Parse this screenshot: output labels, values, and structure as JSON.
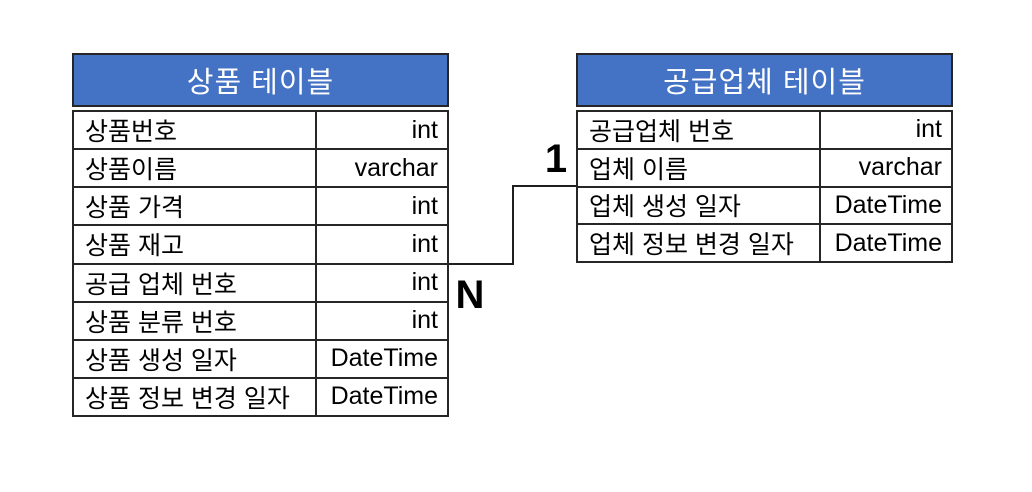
{
  "colors": {
    "header_bg": "#4472C4",
    "header_text": "#ffffff",
    "border": "#262626",
    "text": "#000000",
    "background": "#ffffff"
  },
  "diagram": {
    "tables": [
      {
        "title": "상품 테이블",
        "columns": [
          {
            "name": "상품번호",
            "type": "int"
          },
          {
            "name": "상품이름",
            "type": "varchar"
          },
          {
            "name": "상품 가격",
            "type": "int"
          },
          {
            "name": "상품 재고",
            "type": "int"
          },
          {
            "name": "공급 업체 번호",
            "type": "int"
          },
          {
            "name": "상품 분류 번호",
            "type": "int"
          },
          {
            "name": "상품 생성 일자",
            "type": "DateTime"
          },
          {
            "name": "상품 정보 변경 일자",
            "type": "DateTime"
          }
        ]
      },
      {
        "title": "공급업체 테이블",
        "columns": [
          {
            "name": "공급업체 번호",
            "type": "int"
          },
          {
            "name": "업체 이름",
            "type": "varchar"
          },
          {
            "name": "업체 생성 일자",
            "type": "DateTime"
          },
          {
            "name": "업체 정보 변경 일자",
            "type": "DateTime"
          }
        ]
      }
    ],
    "relationship": {
      "one_label": "1",
      "many_label": "N"
    }
  }
}
